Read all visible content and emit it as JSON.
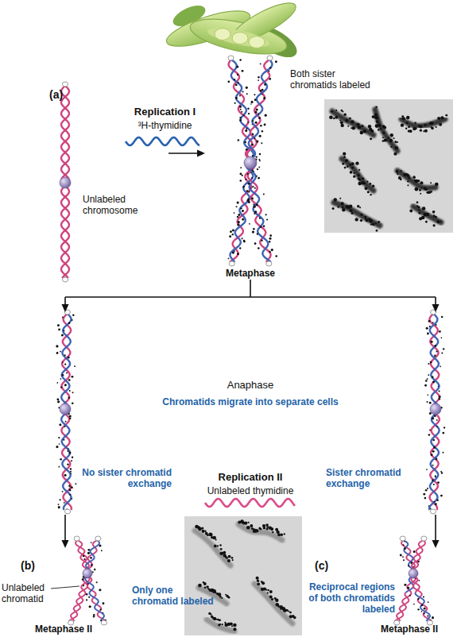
{
  "diagram": {
    "labels": [
      "(a)",
      "Replication I",
      "³H-thymidine",
      "Both sister chromatids labeled",
      "Unlabeled chromosome",
      "Metaphase",
      "Anaphase",
      "Chromatids migrate into separate cells",
      "No sister chromatid exchange",
      "Replication II",
      "Unlabeled thymidine",
      "Sister chromatid exchange",
      "(b)",
      "Unlabeled chromatid",
      "Only one chromatid labeled",
      "Reciprocal regions of both chromatids labeled",
      "(c)",
      "Metaphase II",
      "Metaphase II"
    ]
  }
}
